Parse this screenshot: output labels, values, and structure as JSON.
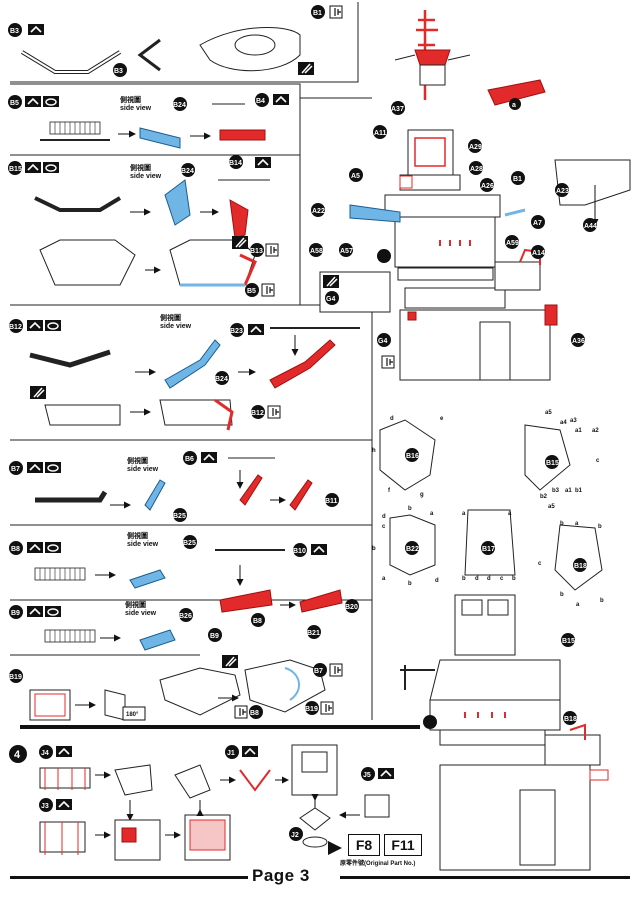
{
  "page": {
    "label": "Page 3"
  },
  "step": {
    "number": "4"
  },
  "side_view": {
    "cn": "側視圖",
    "en": "side view"
  },
  "original_parts": {
    "boxes": [
      "F8",
      "F11"
    ],
    "caption": "原零件號(Original Part No.)"
  },
  "badges": {
    "b1": "B1",
    "b3": "B3",
    "b4": "B4",
    "b5": "B5",
    "b6": "B6",
    "b7": "B7",
    "b8": "B8",
    "b9": "B9",
    "b10": "B10",
    "b11": "B11",
    "b12": "B12",
    "b13": "B13",
    "b14": "B14",
    "b15": "B15",
    "b16": "B16",
    "b17": "B17",
    "b18": "B18",
    "b19": "B19",
    "b20": "B20",
    "b21": "B21",
    "b22": "B22",
    "b23": "B23",
    "b24": "B24",
    "b25": "B25",
    "b26": "B26",
    "a5": "A5",
    "a7": "A7",
    "a11": "A11",
    "a14": "A14",
    "a22": "A22",
    "a23": "A23",
    "a26": "A26",
    "a28": "A28",
    "a29": "A29",
    "a36": "A36",
    "a37": "A37",
    "a44": "A44",
    "a57": "A57",
    "a58": "A58",
    "a59": "A59",
    "g4": "G4",
    "j1": "J1",
    "j2": "J2",
    "j3": "J3",
    "j4": "J4",
    "j5": "J5",
    "small_a": "a",
    "angle": "180°"
  },
  "markers": {
    "a": "a",
    "b": "b",
    "c": "c",
    "d": "d",
    "e": "e",
    "f": "f",
    "g": "g",
    "h": "h",
    "a1": "a1",
    "a2": "a2",
    "a3": "a3",
    "a4": "a4",
    "a5": "a5",
    "b1": "b1",
    "b2": "b2",
    "b3": "b3"
  },
  "colors": {
    "etched_red": "#e32a2a",
    "etched_blue": "#6fb6e6",
    "badge_black": "#111111"
  },
  "icons": [
    "bend-up-icon",
    "bend-down-icon",
    "glue-icon",
    "rotate-icon"
  ]
}
